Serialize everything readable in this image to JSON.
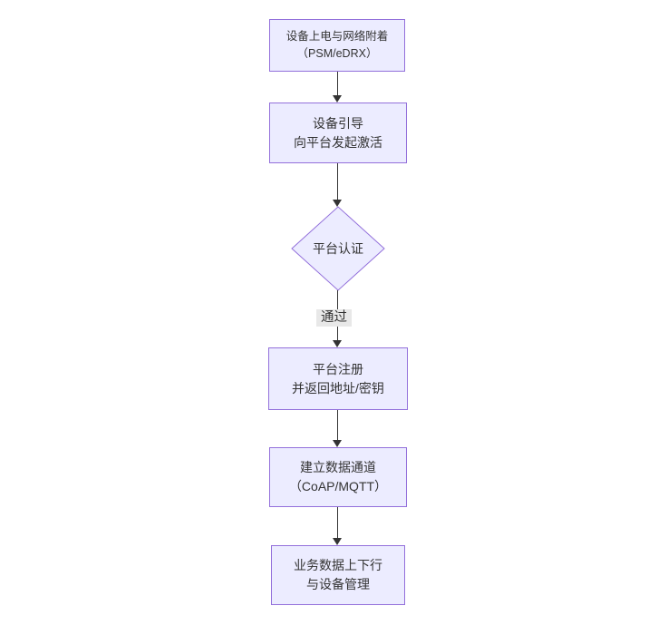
{
  "diagram": {
    "type": "flowchart",
    "direction": "top-down",
    "colors": {
      "background": "#ffffff",
      "node_fill": "#ECECFF",
      "node_border": "#9370DB",
      "text": "#333333",
      "edge_line": "#333333",
      "edge_label_bg": "#e8e8e8"
    },
    "nodes": [
      {
        "id": "power-attach",
        "shape": "rect",
        "lines": [
          "设备上电与网络附着",
          "（PSM/eDRX）"
        ]
      },
      {
        "id": "boot-activate",
        "shape": "rect",
        "lines": [
          "设备引导",
          "向平台发起激活"
        ]
      },
      {
        "id": "platform-auth",
        "shape": "diamond",
        "lines": [
          "平台认证"
        ]
      },
      {
        "id": "platform-register",
        "shape": "rect",
        "lines": [
          "平台注册",
          "并返回地址/密钥"
        ]
      },
      {
        "id": "data-channel",
        "shape": "rect",
        "lines": [
          "建立数据通道",
          "（CoAP/MQTT）"
        ]
      },
      {
        "id": "business-data",
        "shape": "rect",
        "lines": [
          "业务数据上下行",
          "与设备管理"
        ]
      }
    ],
    "edges": [
      {
        "from": "power-attach",
        "to": "boot-activate",
        "label": ""
      },
      {
        "from": "boot-activate",
        "to": "platform-auth",
        "label": ""
      },
      {
        "from": "platform-auth",
        "to": "platform-register",
        "label": "通过"
      },
      {
        "from": "platform-register",
        "to": "data-channel",
        "label": ""
      },
      {
        "from": "data-channel",
        "to": "business-data",
        "label": ""
      }
    ]
  }
}
